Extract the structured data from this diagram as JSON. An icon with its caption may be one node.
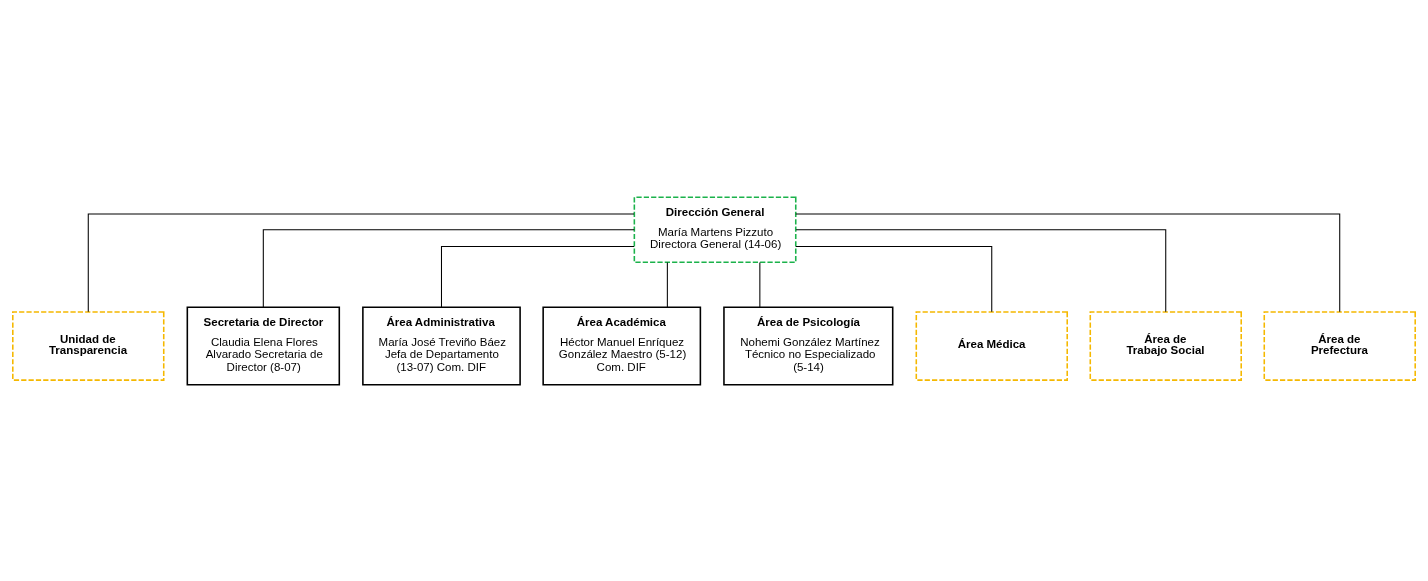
{
  "diagram": {
    "nodes": [
      {
        "text": [
          "Dirección General",
          "María Martens Pizzuto Directora General (14-06)"
        ]
      },
      {
        "text": [
          "Unidad de Transparencia"
        ]
      },
      {
        "text": [
          "Secretaria de Director",
          "Claudia Elena Flores Alvarado Secretaria de Director (8-07)"
        ]
      },
      {
        "text": [
          "Área Administrativa",
          "María José Treviño Báez Jefa de Departamento (13-07) Com. DIF"
        ]
      },
      {
        "text": [
          "Área Académica",
          "Héctor Manuel Enríquez González Maestro (5-12) Com. DIF"
        ]
      },
      {
        "text": [
          "Área de Psicología",
          "Nohemi González Martínez Técnico no Especializado (5-14)"
        ]
      },
      {
        "text": [
          "Área Médica"
        ]
      },
      {
        "text": [
          "Área de Trabajo Social"
        ]
      },
      {
        "text": [
          "Área de Prefectura"
        ]
      }
    ],
    "edges": [
      {
        "from": 0,
        "to": 1,
        "arrow": "none"
      },
      {
        "from": 0,
        "to": 2,
        "arrow": "none"
      },
      {
        "from": 0,
        "to": 3,
        "arrow": "none"
      },
      {
        "from": 0,
        "to": 4,
        "arrow": "none"
      },
      {
        "from": 0,
        "to": 5,
        "arrow": "none"
      },
      {
        "from": 0,
        "to": 6,
        "arrow": "none"
      },
      {
        "from": 0,
        "to": 7,
        "arrow": "none"
      },
      {
        "from": 0,
        "to": 8,
        "arrow": "none"
      }
    ]
  }
}
